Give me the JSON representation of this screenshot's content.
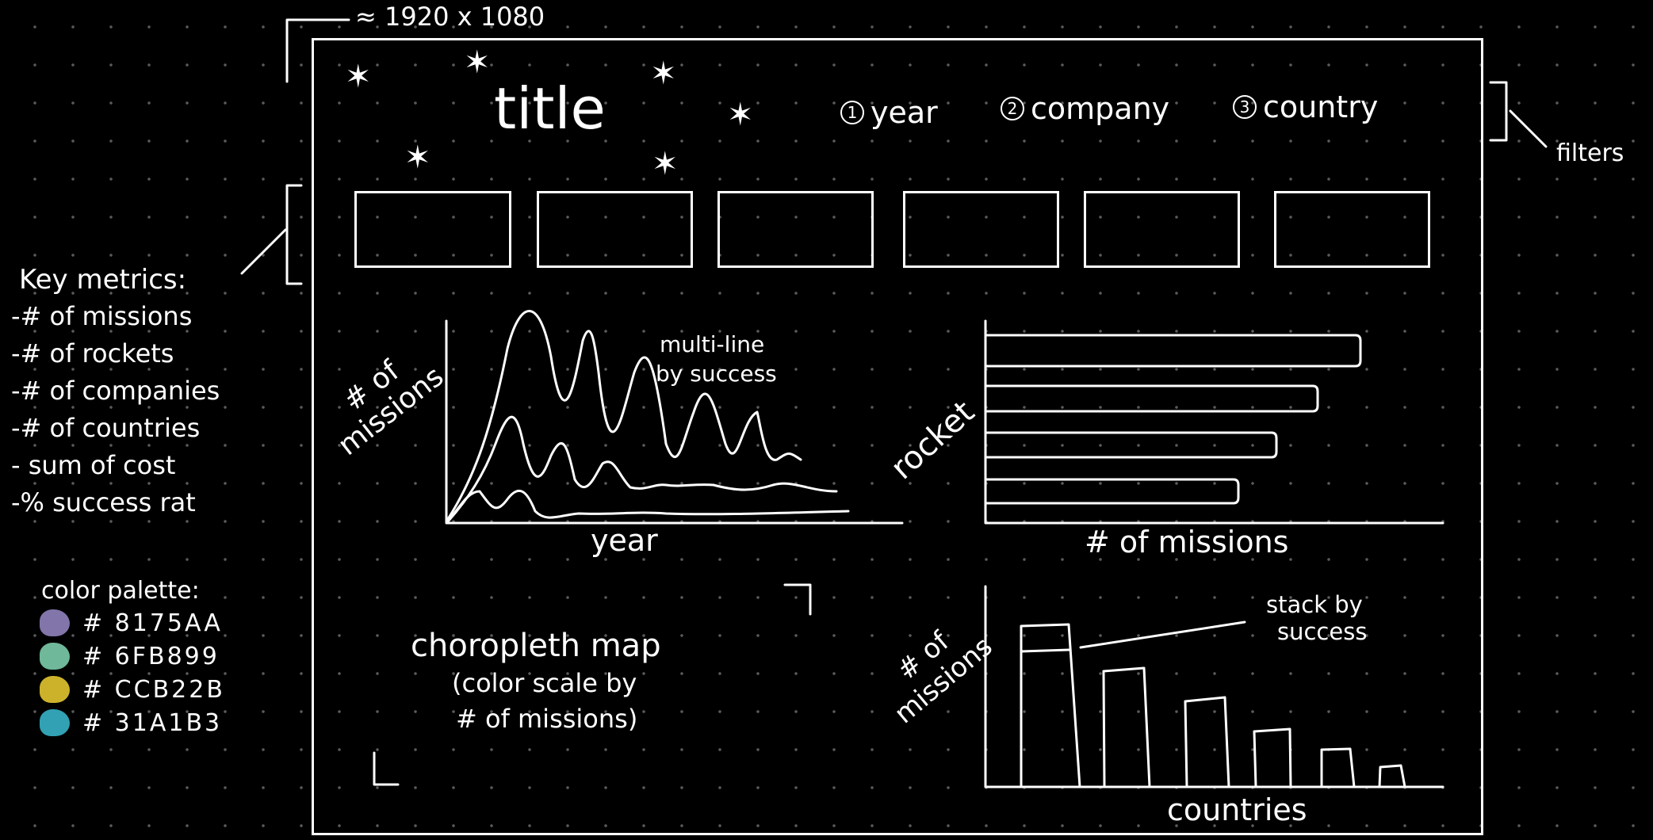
{
  "resolution_note": "≈ 1920 x 1080",
  "title": "title",
  "filters": {
    "label": "filters",
    "items": [
      {
        "num": "1",
        "label": "year"
      },
      {
        "num": "2",
        "label": "company"
      },
      {
        "num": "3",
        "label": "country"
      }
    ]
  },
  "key_metrics": {
    "label": "Key metrics:",
    "items": [
      "-# of missions",
      "-# of rockets",
      "-# of companies",
      "-# of countries",
      "- sum of cost",
      "-% success rat"
    ]
  },
  "color_palette": {
    "label": "color palette:",
    "colors": [
      {
        "hex": "#8175AA",
        "label": "# 8175AA"
      },
      {
        "hex": "#6FB899",
        "label": "# 6FB899"
      },
      {
        "hex": "#CCB22B",
        "label": "# CCB22B"
      },
      {
        "hex": "#31A1B3",
        "label": "# 31A1B3"
      }
    ]
  },
  "line_chart": {
    "annotation_line1": "multi-line",
    "annotation_line2": "by success",
    "xlabel": "year",
    "ylabel_line1": "# of",
    "ylabel_line2": "missions"
  },
  "bar_chart": {
    "xlabel": "# of missions",
    "ylabel": "rocket"
  },
  "map": {
    "line1": "choropleth map",
    "line2": "(color scale by",
    "line3": "# of missions)"
  },
  "stacked_chart": {
    "annotation_line1": "stack by",
    "annotation_line2": "success",
    "xlabel": "countries",
    "ylabel_line1": "# of",
    "ylabel_line2": "missions"
  }
}
